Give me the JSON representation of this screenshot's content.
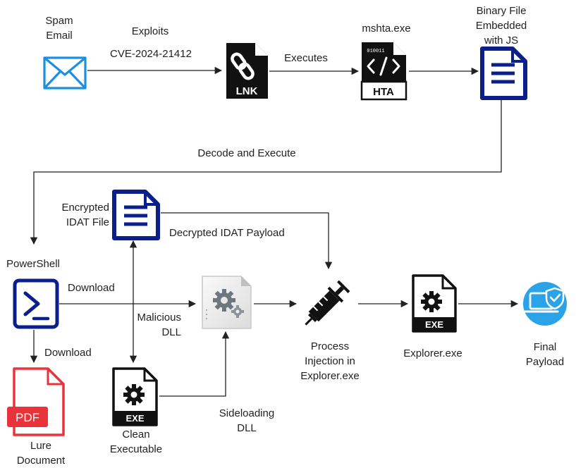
{
  "nodes": {
    "spam_email": {
      "label_line1": "Spam",
      "label_line2": "Email",
      "icon": "envelope-icon"
    },
    "lnk": {
      "icon": "lnk-file-icon",
      "glyph_text": "LNK"
    },
    "hta": {
      "label": "mshta.exe",
      "icon": "hta-file-icon",
      "glyph_text": "HTA",
      "binary_text": "010011"
    },
    "binary_file": {
      "label_line1": "Binary File",
      "label_line2": "Embedded",
      "label_line3": "with JS",
      "icon": "document-icon"
    },
    "powershell": {
      "label": "PowerShell",
      "icon": "powershell-icon"
    },
    "encrypted_idat": {
      "label_line1": "Encrypted",
      "label_line2": "IDAT File",
      "icon": "document-icon"
    },
    "malicious_dll": {
      "label_line1": "Malicious",
      "label_line2": "DLL",
      "icon": "dll-gear-icon"
    },
    "process_injection": {
      "label_line1": "Process",
      "label_line2": "Injection in",
      "label_line3": "Explorer.exe",
      "icon": "syringe-icon"
    },
    "explorer": {
      "label": "Explorer.exe",
      "icon": "exe-file-icon",
      "glyph_text": "EXE"
    },
    "final_payload": {
      "label_line1": "Final",
      "label_line2": "Payload",
      "icon": "laptop-shield-icon"
    },
    "lure_document": {
      "label_line1": "Lure",
      "label_line2": "Document",
      "icon": "pdf-icon",
      "glyph_text": "PDF"
    },
    "clean_executable": {
      "label_line1": "Clean",
      "label_line2": "Executable",
      "icon": "exe-file-icon",
      "glyph_text": "EXE"
    }
  },
  "edges": {
    "exploits_line1": "Exploits",
    "exploits_line2": "CVE-2024-21412",
    "executes": "Executes",
    "decode_execute": "Decode and Execute",
    "download_dll": "Download",
    "download_pdf": "Download",
    "decrypted_payload": "Decrypted IDAT Payload",
    "sideloading_line1": "Sideloading",
    "sideloading_line2": "DLL"
  },
  "colors": {
    "navy": "#0b1f8a",
    "black": "#111111",
    "pdf_red": "#e8333a",
    "envelope_blue": "#1d8fe0",
    "payload_circle": "#2aa3e8",
    "arrow": "#222222",
    "gear_grey": "#6e7780"
  }
}
